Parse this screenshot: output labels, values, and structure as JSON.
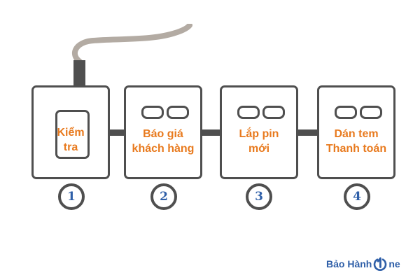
{
  "steps": [
    {
      "number": "1",
      "label": "Kiểm\ntra"
    },
    {
      "number": "2",
      "label": "Báo giá\nkhách hàng"
    },
    {
      "number": "3",
      "label": "Lắp pin\nmới"
    },
    {
      "number": "4",
      "label": "Dán tem\nThanh toán"
    }
  ],
  "brand": {
    "text_left": "Bảo Hành",
    "text_right": "ne"
  },
  "colors": {
    "outline": "#4f4f4f",
    "label": "#e87a1e",
    "number": "#2f5fa8",
    "smoke": "#b3aba3"
  },
  "icons": {
    "logo_mark": "power-one-icon"
  }
}
